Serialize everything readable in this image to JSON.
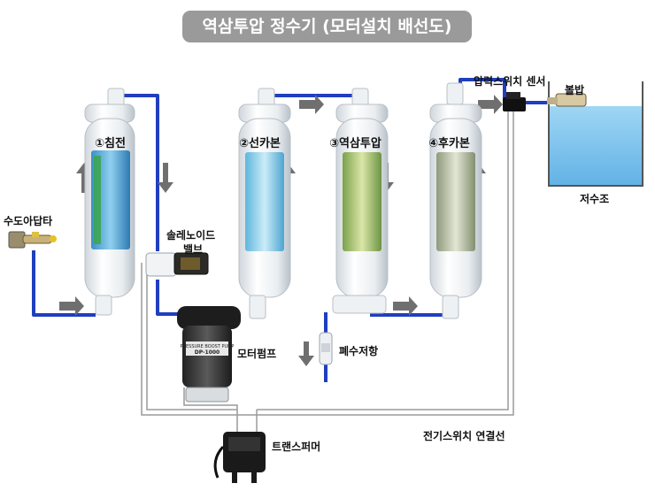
{
  "title": "역삼투압 정수기 (모터설치 배선도)",
  "labels": {
    "filter1": "①침전",
    "filter2": "②선카본",
    "filter3": "③역삼투압",
    "filter4": "④후카본",
    "tap_adapter": "수도아답타",
    "solenoid_valve_line1": "솔레노이드",
    "solenoid_valve_line2": "밸브",
    "motor_pump": "모터펌프",
    "waste_restrictor": "폐수저항",
    "pressure_switch_sensor": "압력스위치 센서",
    "float_valve": "볼밥",
    "water_tank": "저수조",
    "electric_wire": "전기스위치 연결선",
    "transformer": "트랜스퍼머"
  },
  "pump_text": {
    "brand": "PRESSURE BOOST PUMP",
    "model": "DP-1000"
  },
  "colors": {
    "pipe": "#1f3fbf",
    "wire": "#9a9a9a",
    "water": "#7ec4ee",
    "title_bg": "#9a9a9a",
    "arrow": "#6f6f6f"
  }
}
